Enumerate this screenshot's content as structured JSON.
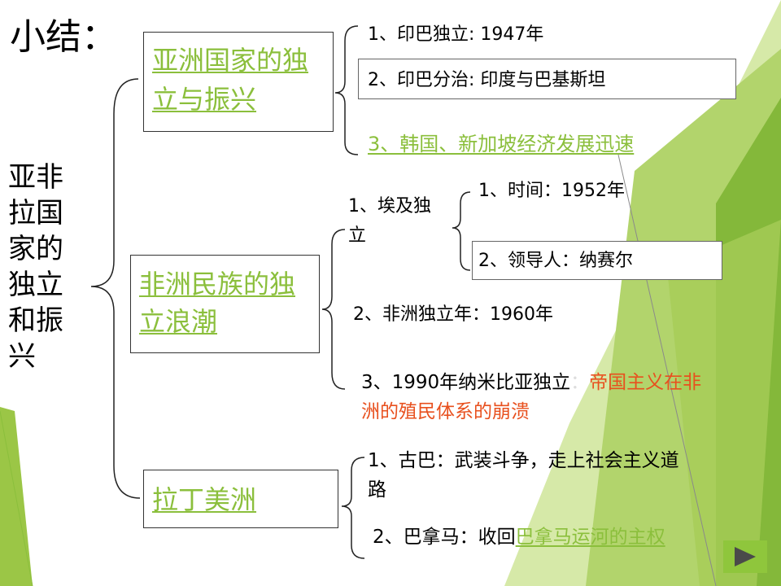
{
  "slide": {
    "title": "小结：",
    "main_topic": "亚非拉国家的独立和振兴",
    "asia": {
      "heading": "亚洲国家的独立与振兴",
      "items": [
        "1、印巴独立: 1947年",
        "2、印巴分治: 印度与巴基斯坦",
        "3、韩国、新加坡经济发展迅速"
      ]
    },
    "africa": {
      "heading": "非洲民族的独立浪潮",
      "egypt": {
        "label": "1、埃及独立",
        "items": [
          "1、时间：1952年",
          "2、领导人：纳赛尔"
        ]
      },
      "item2": "2、非洲独立年：1960年",
      "item3_prefix": "3、1990年纳米比亚独立",
      "item3_sep": "：",
      "item3_red": "帝国主义在非洲的殖民体系的崩溃"
    },
    "latam": {
      "heading": "拉丁美洲",
      "item1": "1、古巴：武装斗争，走上社会主义道路",
      "item2_prefix": "2、巴拿马：收回",
      "item2_link": "巴拿马运河的主权"
    }
  },
  "colors": {
    "accent_green": "#8bbf3c",
    "highlight_red": "#e8501e",
    "bg_green_light": "#c7df8f",
    "bg_green_dark": "#7fb437"
  },
  "icons": {
    "next": "play-triangle-icon"
  }
}
